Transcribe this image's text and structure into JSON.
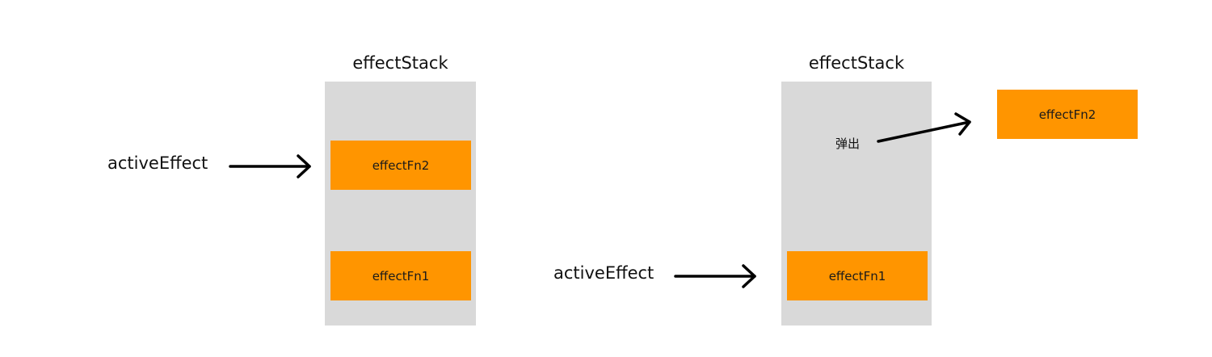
{
  "colors": {
    "stack_fill": "#d9d9d9",
    "box_fill": "#ff9500",
    "arrow": "#000000"
  },
  "left_panel": {
    "stack_label": "effectStack",
    "pointer_label": "activeEffect",
    "items": [
      "effectFn2",
      "effectFn1"
    ]
  },
  "right_panel": {
    "stack_label": "effectStack",
    "pointer_label": "activeEffect",
    "items": [
      "effectFn1"
    ],
    "pop_label": "弹出",
    "popped_item": "effectFn2"
  }
}
